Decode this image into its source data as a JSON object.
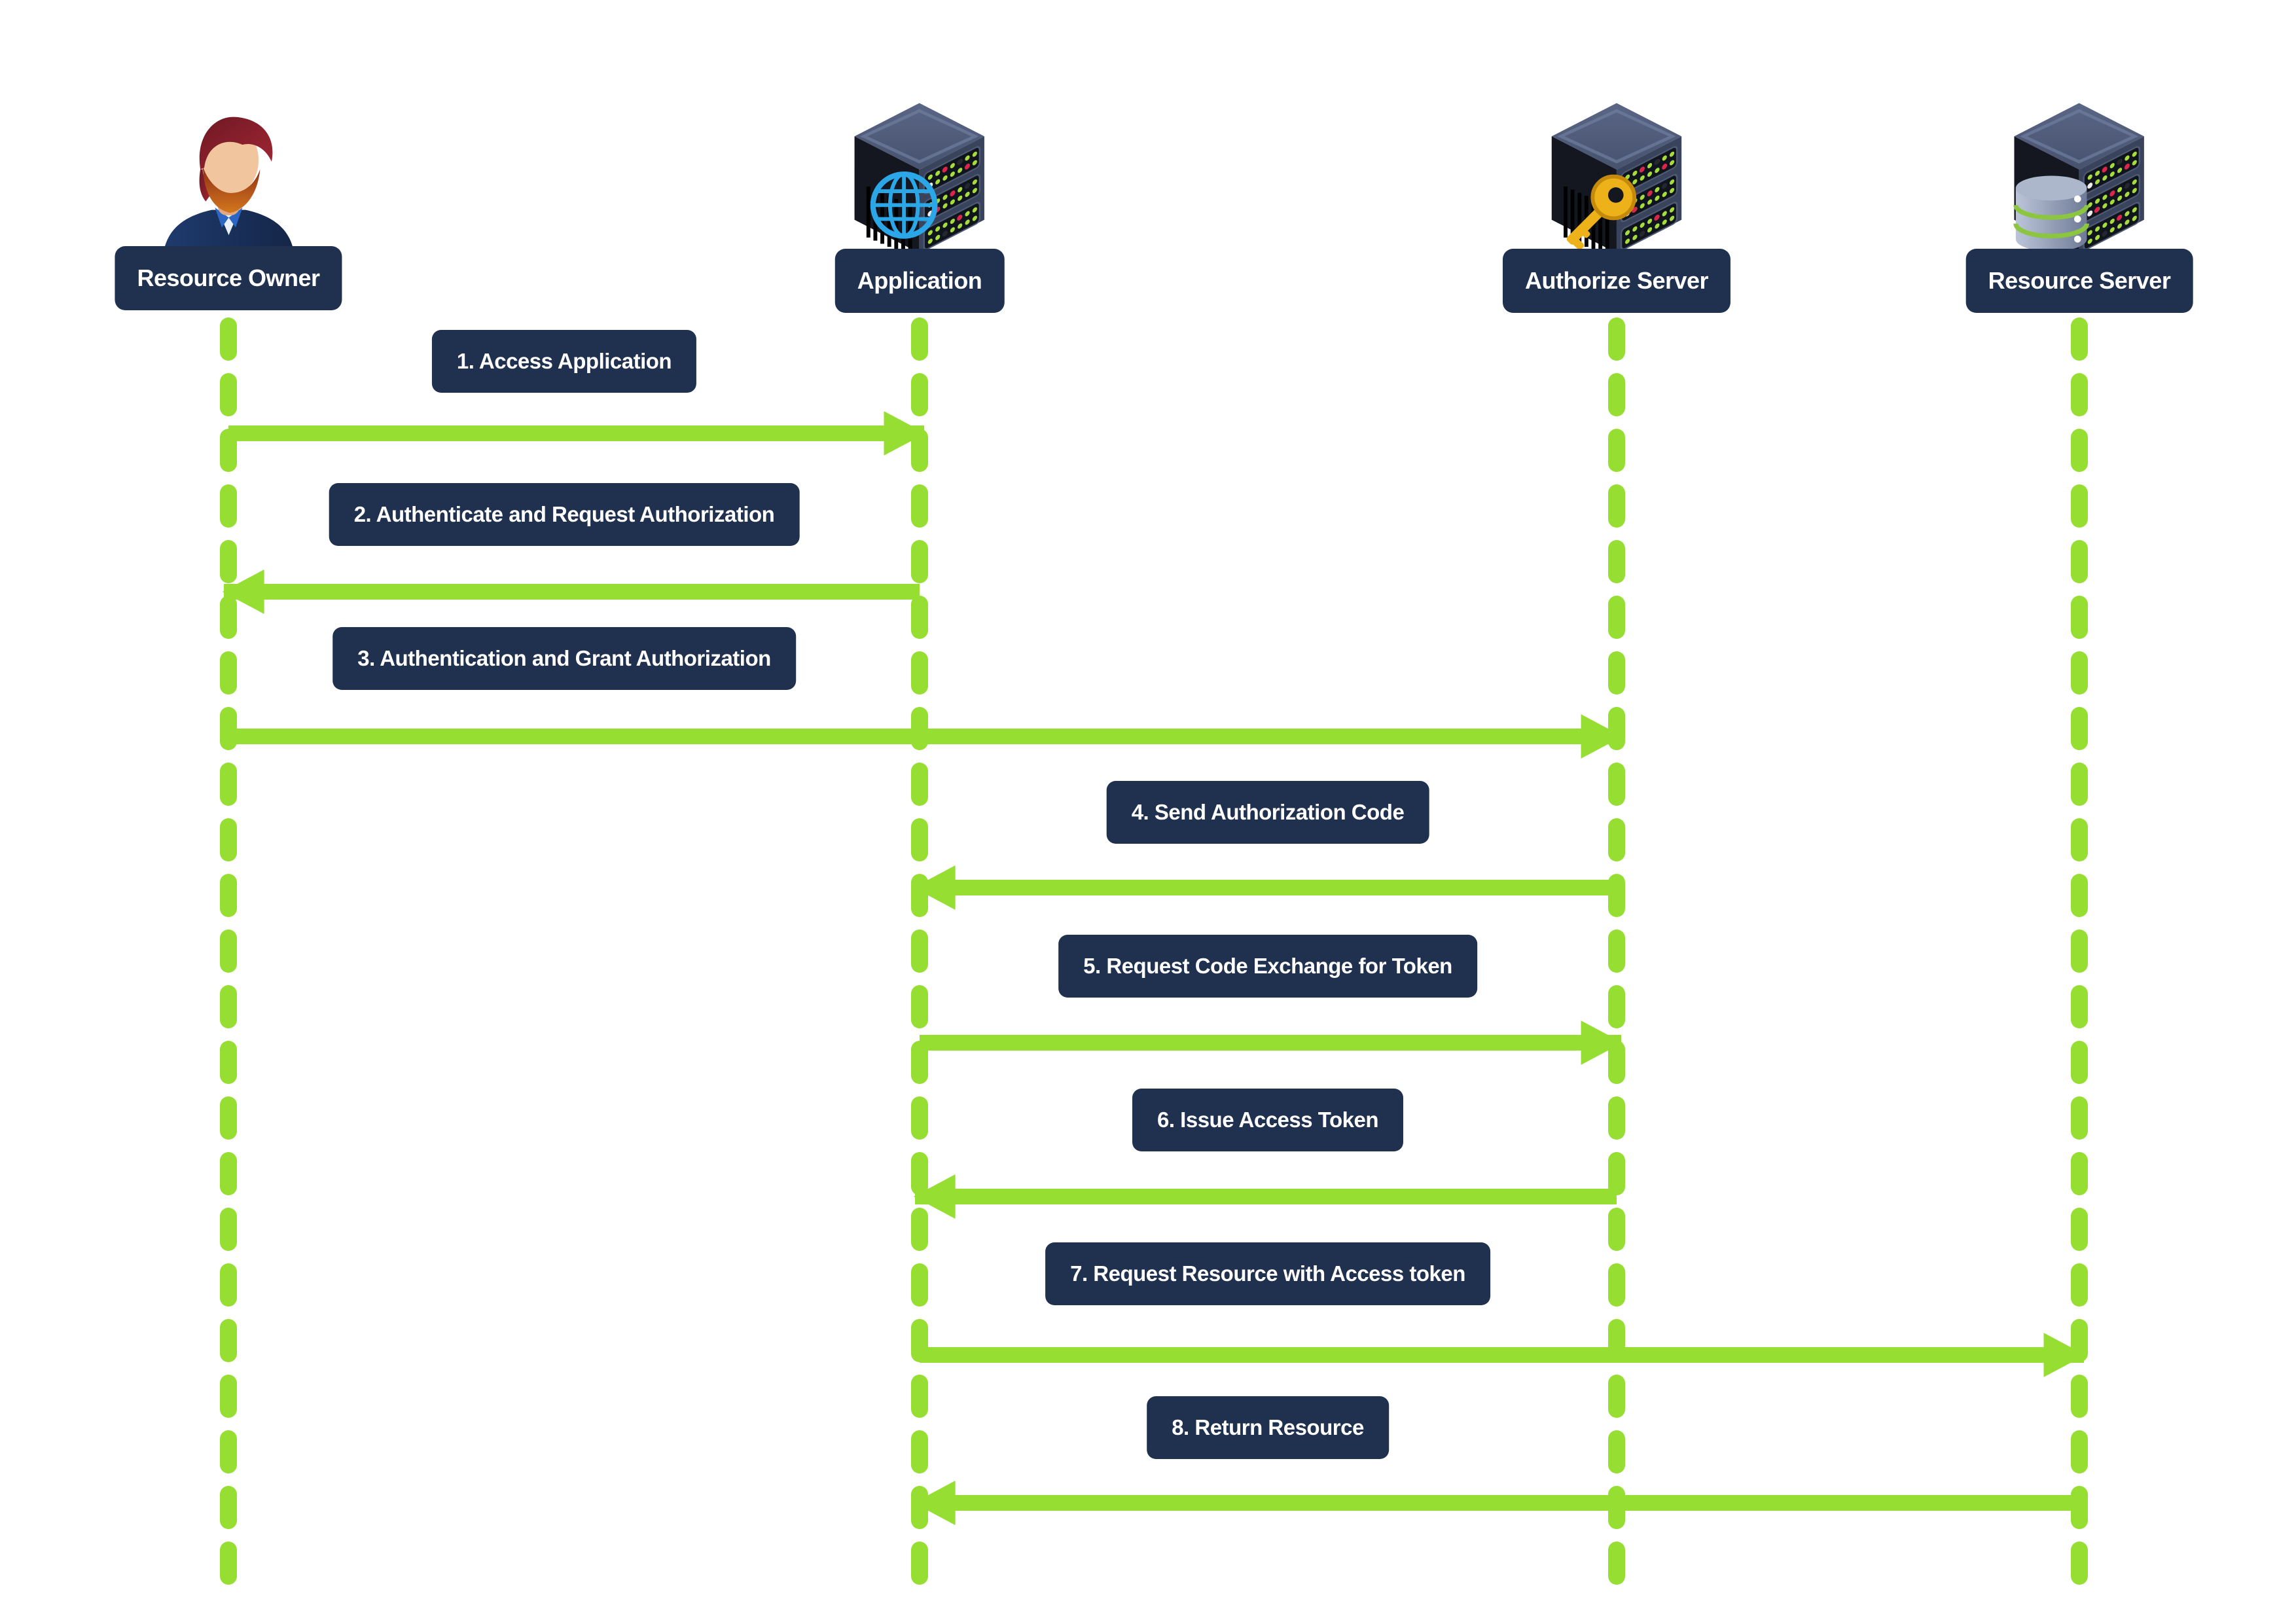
{
  "diagram": {
    "type": "sequence",
    "background": "#FFFFFF",
    "colors": {
      "lifeline_green": "#97DE33",
      "arrow_green": "#97DE33",
      "label_box_navy": "#20304F",
      "label_text": "#FFFFFF"
    },
    "actors": [
      {
        "id": "resource-owner",
        "label": "Resource Owner",
        "icon": "person-icon"
      },
      {
        "id": "application",
        "label": "Application",
        "icon": "server-globe-icon"
      },
      {
        "id": "authorize-server",
        "label": "Authorize Server",
        "icon": "server-key-icon"
      },
      {
        "id": "resource-server",
        "label": "Resource Server",
        "icon": "server-database-icon"
      }
    ],
    "messages": [
      {
        "step": 1,
        "label": "1. Access Application",
        "from": "resource-owner",
        "to": "application"
      },
      {
        "step": 2,
        "label": "2. Authenticate and Request Authorization",
        "from": "application",
        "to": "resource-owner"
      },
      {
        "step": 3,
        "label": "3. Authentication and Grant Authorization",
        "from": "resource-owner",
        "to": "authorize-server"
      },
      {
        "step": 4,
        "label": "4. Send Authorization Code",
        "from": "authorize-server",
        "to": "application"
      },
      {
        "step": 5,
        "label": "5. Request Code Exchange for Token",
        "from": "application",
        "to": "authorize-server"
      },
      {
        "step": 6,
        "label": "6. Issue Access Token",
        "from": "authorize-server",
        "to": "application"
      },
      {
        "step": 7,
        "label": "7. Request Resource with Access token",
        "from": "application",
        "to": "resource-server"
      },
      {
        "step": 8,
        "label": "8. Return Resource",
        "from": "resource-server",
        "to": "application"
      }
    ]
  }
}
